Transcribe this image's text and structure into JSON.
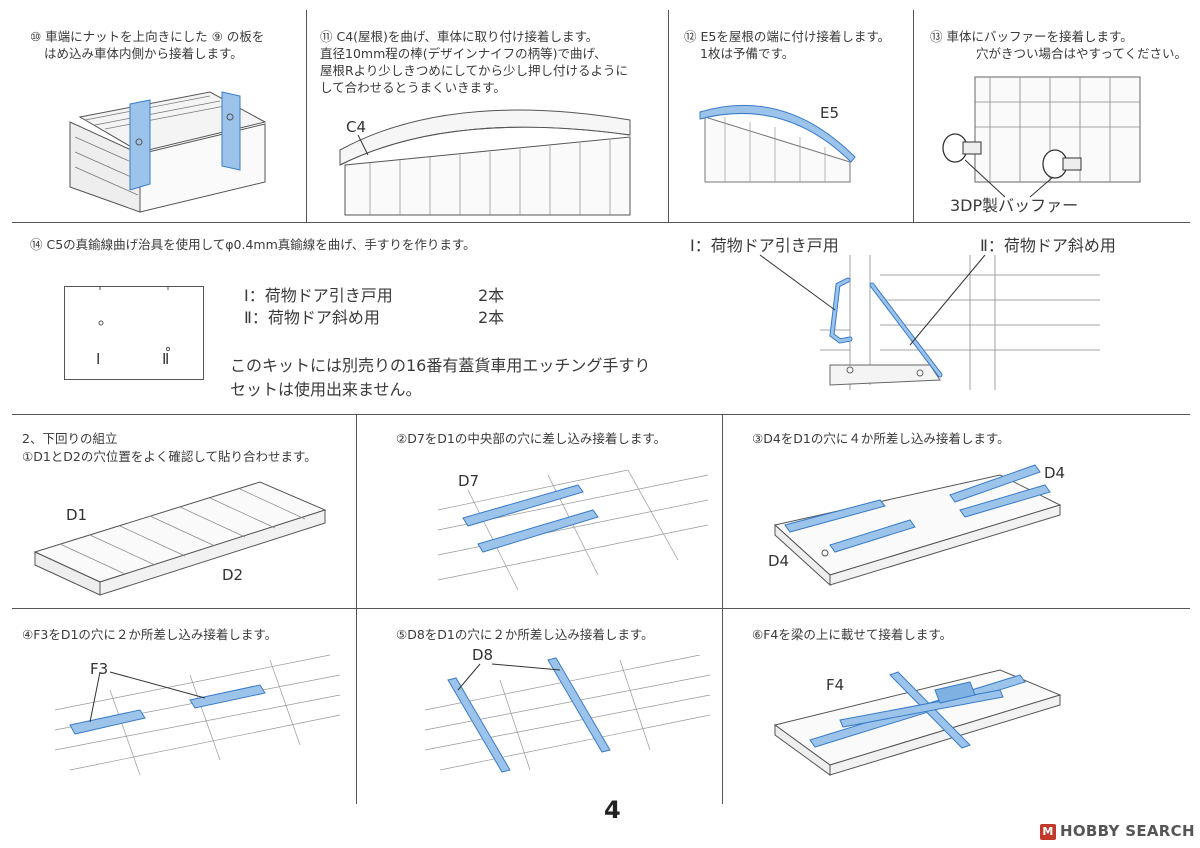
{
  "step10": {
    "line1": "⑩ 車端にナットを上向きにした ⑨ の板を",
    "line2": "はめ込み車体内側から接着します。"
  },
  "step11": {
    "line1": "⑪ C4(屋根)を曲げ、車体に取り付け接着します。",
    "line2": "直径10mm程の棒(デザインナイフの柄等)で曲げ、",
    "line3": "屋根Rより少しきつめにしてから少し押し付けるように",
    "line4": "して合わせるとうまくいきます。",
    "label": "C4"
  },
  "step12": {
    "line1": "⑫ E5を屋根の端に付け接着します。",
    "line2": "1枚は予備です。",
    "label": "E5"
  },
  "step13": {
    "line1": "⑬ 車体にバッファーを接着します。",
    "line2": "穴がきつい場合はやすってください。",
    "label": "3DP製バッファー"
  },
  "step14": {
    "title": "⑭ C5の真鍮線曲げ治具を使用してφ0.4mm真鍮線を曲げ、手すりを作ります。",
    "row1_name": "Ⅰ：荷物ドア引き戸用",
    "row1_qty": "2本",
    "row2_name": "Ⅱ：荷物ドア斜め用",
    "row2_qty": "2本",
    "note1": "このキットには別売りの16番有蓋貨車用エッチング手すり",
    "note2": "セットは使用出来ません。",
    "jig_mark1": "Ⅰ",
    "jig_mark2": "Ⅱ",
    "callout1": "Ⅰ：荷物ドア引き戸用",
    "callout2": "Ⅱ：荷物ドア斜め用"
  },
  "section2": {
    "title": "2、下回りの組立",
    "step1": "①D1とD2の穴位置をよく確認して貼り合わせます。",
    "label_d1": "D1",
    "label_d2": "D2"
  },
  "step2": {
    "text": "②D7をD1の中央部の穴に差し込み接着します。",
    "label": "D7"
  },
  "step3": {
    "text": "③D4をD1の穴に４か所差し込み接着します。",
    "label_a": "D4",
    "label_b": "D4"
  },
  "step4": {
    "text": "④F3をD1の穴に２か所差し込み接着します。",
    "label": "F3"
  },
  "step5": {
    "text": "⑤D8をD1の穴に２か所差し込み接着します。",
    "label": "D8"
  },
  "step6": {
    "text": "⑥F4を梁の上に載せて接着します。",
    "label": "F4"
  },
  "footer": {
    "page_number": "4",
    "brand": "HOBBY SEARCH"
  },
  "colors": {
    "part_blue": "#9cc4ea",
    "part_blue_stroke": "#3a7bc8",
    "line_gray": "#555555"
  }
}
